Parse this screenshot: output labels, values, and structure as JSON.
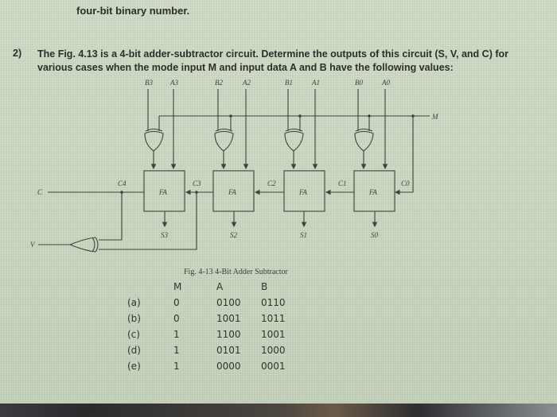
{
  "document": {
    "previous_line": "four-bit binary number.",
    "question": {
      "number": "2)",
      "text": "The Fig. 4.13 is a 4-bit adder-subtractor circuit. Determine the outputs of this circuit (S, V, and C) for various cases when the mode input M and input data A and B have the following values:"
    }
  },
  "figure": {
    "caption": "Fig. 4-13  4-Bit Adder Subtractor",
    "inputs": [
      "B3",
      "A3",
      "B2",
      "A2",
      "B1",
      "A1",
      "B0",
      "A0"
    ],
    "mode_label": "M",
    "carry_labels": [
      "C4",
      "C3",
      "C2",
      "C1",
      "C0"
    ],
    "block_label": "FA",
    "sum_labels": [
      "S3",
      "S2",
      "S1",
      "S0"
    ],
    "carry_out_label": "C",
    "overflow_label": "V"
  },
  "table": {
    "headers": [
      "",
      "M",
      "A",
      "B"
    ],
    "rows": [
      {
        "case": "(a)",
        "M": "0",
        "A": "0100",
        "B": "0110"
      },
      {
        "case": "(b)",
        "M": "0",
        "A": "1001",
        "B": "1011"
      },
      {
        "case": "(c)",
        "M": "1",
        "A": "1100",
        "B": "1001"
      },
      {
        "case": "(d)",
        "M": "1",
        "A": "0101",
        "B": "1000"
      },
      {
        "case": "(e)",
        "M": "1",
        "A": "0000",
        "B": "0001"
      }
    ]
  },
  "colors": {
    "background": "#cfdcc5",
    "text": "#2b2f2a",
    "line": "#3d423c"
  }
}
